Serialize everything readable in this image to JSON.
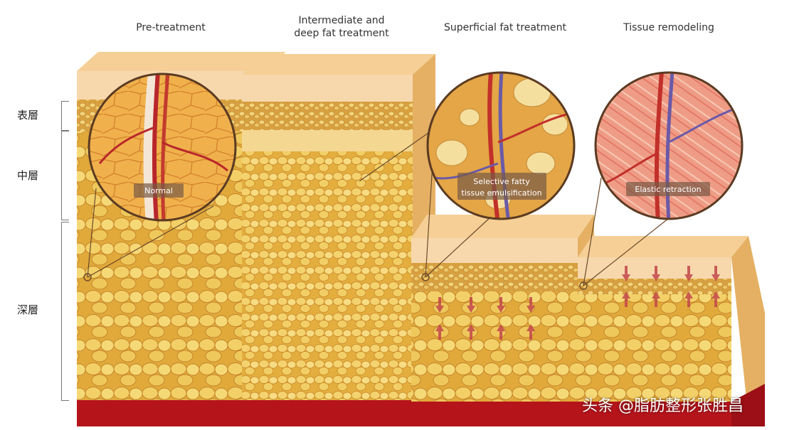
{
  "stages": [
    {
      "title": "Pre-treatment",
      "callout": "Normal"
    },
    {
      "title_line1": "Intermediate and",
      "title_line2": "deep fat treatment"
    },
    {
      "title": "Superficial fat treatment",
      "callout_line1": "Selective fatty",
      "callout_line2": "tissue emulsification"
    },
    {
      "title": "Tissue remodeling",
      "callout": "Elastic retraction"
    }
  ],
  "layers": {
    "top": "表層",
    "middle": "中層",
    "deep": "深層"
  },
  "watermark": "头条 @脂肪整形张胜昌",
  "colors": {
    "skin_top": "#f2c489",
    "dermis": "#f7d9ae",
    "fat": "#e9b84a",
    "fat_light": "#f6dd86",
    "muscle": "#b5141b",
    "vessel_red": "#c2302a",
    "vessel_blue": "#6a5aa8",
    "callout_fill": "#f0a57a"
  }
}
